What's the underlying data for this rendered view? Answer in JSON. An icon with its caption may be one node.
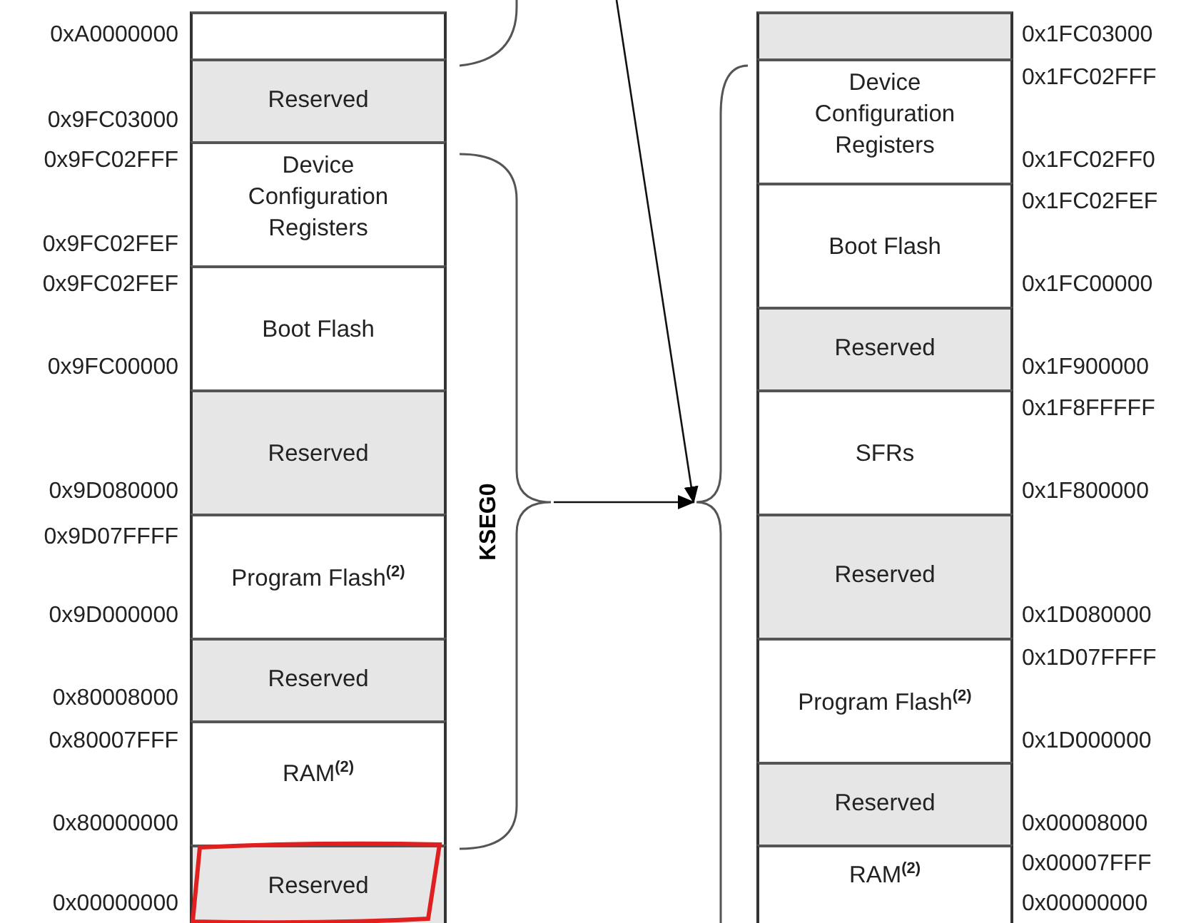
{
  "diagram": {
    "nodes": [
      {
        "text": [],
        "shape": "box"
      },
      {
        "text": [
          "Reserved"
        ]
      },
      {
        "text": [
          "Device Configuration Registers"
        ]
      },
      {
        "text": [
          "Boot Flash"
        ]
      },
      {
        "text": [
          "Reserved"
        ]
      },
      {
        "text": [
          "Program Flash$^{(2)}$"
        ]
      },
      {
        "text": [
          "Reserved"
        ]
      },
      {
        "text": [
          "RAM$^{(2)}$"
        ]
      },
      {
        "text": [
          "Reserved"
        ]
      },
      {
        "text": [],
        "shape": "box"
      },
      {
        "text": [
          "Device Configuration Registers"
        ]
      },
      {
        "text": [
          "Boot Flash"
        ]
      },
      {
        "text": [
          "Reserved"
        ]
      },
      {
        "text": [
          "SFRs"
        ]
      },
      {
        "text": [
          "Reserved"
        ]
      },
      {
        "text": [
          "Program Flash$^{(2)}$"
        ]
      },
      {
        "text": [
          "Reserved"
        ]
      },
      {
        "text": [
          "RAM$^{(2)}$"
        ]
      },
      {
        "text": [
          "KSEG0"
        ]
      },
      {
        "text": [],
        "shape": "bracket"
      }
    ],
    "edges": [
      {
        "from": 18,
        "to": 19,
        "arrow": "to"
      },
      {
        "from": null,
        "to": 19,
        "arrow": "to"
      }
    ],
    "labels": [
      "0xA0000000",
      "0x9FC03000",
      "0x9FC02FFF",
      "0x9FC02FEF",
      "0x9FC02FEF",
      "0x9FC00000",
      "0x9D080000",
      "0x9D07FFFF",
      "0x9D000000",
      "0x80008000",
      "0x80007FFF",
      "0x80000000",
      "0x00000000",
      "0x1FC03000",
      "0x1FC02FFF",
      "0x1FC02FF0",
      "0x1FC02FEF",
      "0x1FC00000",
      "0x1F900000",
      "0x1F8FFFFF",
      "0x1F800000",
      "0x1D080000",
      "0x1D07FFFF",
      "0x1D000000",
      "0x00008000",
      "0x00007FFF",
      "0x00000000"
    ]
  }
}
